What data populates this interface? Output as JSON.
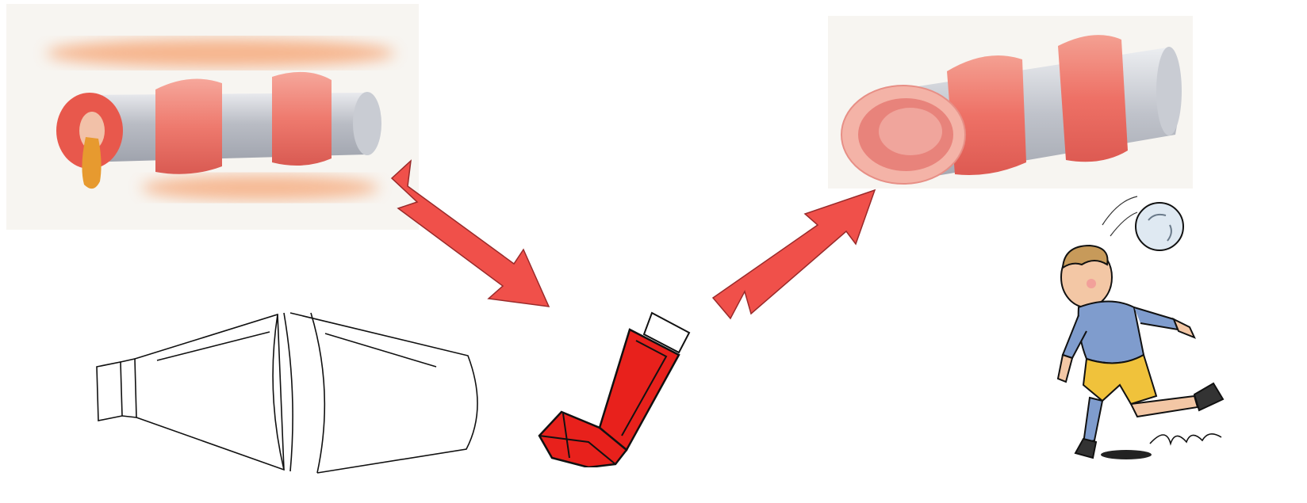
{
  "scene": {
    "illustrations": [
      {
        "key": "inflamed_airway",
        "icon": "constricted-airway-illustration"
      },
      {
        "key": "arrow_down",
        "icon": "arrow-down-right-icon"
      },
      {
        "key": "spacer",
        "icon": "spacer-device-drawing"
      },
      {
        "key": "inhaler",
        "icon": "inhaler-icon"
      },
      {
        "key": "arrow_up",
        "icon": "arrow-up-right-icon"
      },
      {
        "key": "open_airway",
        "icon": "open-airway-illustration"
      },
      {
        "key": "child",
        "icon": "child-playing-football-illustration"
      }
    ]
  },
  "colors": {
    "arrow": "#f0504a",
    "inhaler": "#e8211c",
    "airway_band": "#ee7a6e",
    "airway_tube": "#c9ccd3",
    "inflammation": "#f6a06d",
    "panel_bg": "#f7f5f1"
  }
}
